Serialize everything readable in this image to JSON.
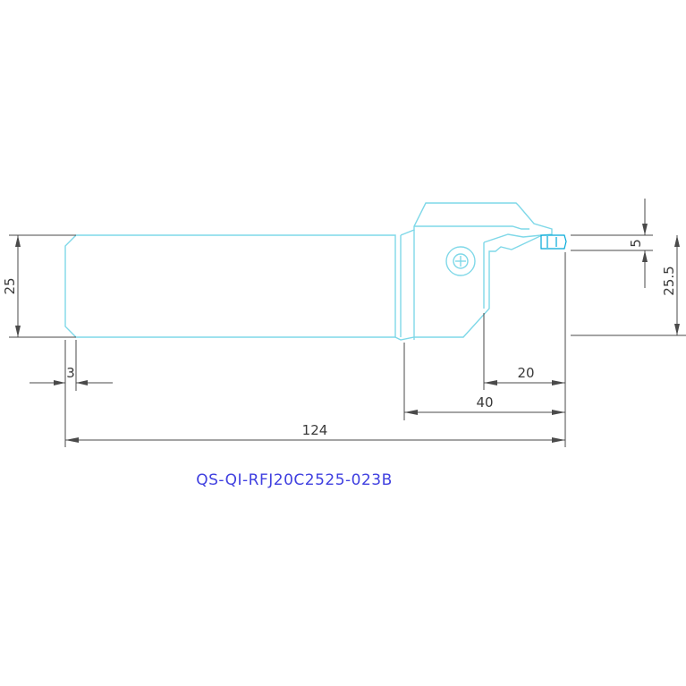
{
  "drawing": {
    "part_code": "QS-QI-RFJ20C2525-023B",
    "dimensions": {
      "shank_height": "25",
      "chamfer": "3",
      "overall_length": "124",
      "head_length": "40",
      "reach": "20",
      "insert_width": "5",
      "cutting_height": "25.5"
    },
    "colors": {
      "outline": "#7fd8e8",
      "insert": "#00a8d8",
      "dimension": "#4a4a4a",
      "title": "#4040e0"
    }
  }
}
